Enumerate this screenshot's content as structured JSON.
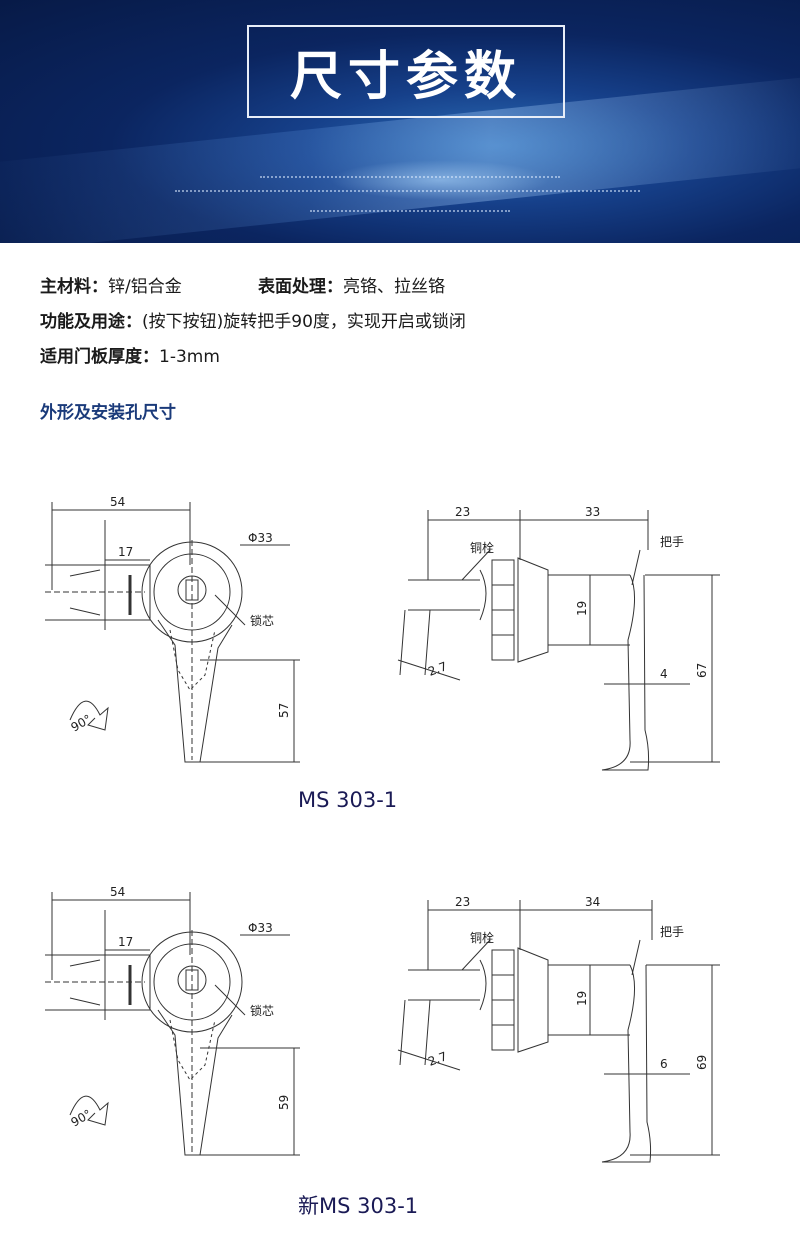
{
  "banner": {
    "title": "尺寸参数"
  },
  "specs": {
    "material_label": "主材料：",
    "material_value": "锌/铝合金",
    "finish_label": "表面处理：",
    "finish_value": "亮铬、拉丝铬",
    "function_label": "功能及用途：",
    "function_value": "(按下按钮)旋转把手90度，实现开启或锁闭",
    "thickness_label": "适用门板厚度：",
    "thickness_value": "1-3mm"
  },
  "section_title": "外形及安装孔尺寸",
  "drawings": [
    {
      "model": "MS 303-1",
      "front": {
        "width": "54",
        "slot": "17",
        "diameter": "Φ33",
        "height": "57",
        "core_label": "锁芯",
        "rotation": "90°"
      },
      "side": {
        "depth_a": "23",
        "depth_b": "33",
        "dia": "19",
        "plate": "2.7",
        "handle_w": "4",
        "height": "67",
        "bolt_label": "铜栓",
        "handle_label": "把手"
      }
    },
    {
      "model": "新MS 303-1",
      "front": {
        "width": "54",
        "slot": "17",
        "diameter": "Φ33",
        "height": "59",
        "core_label": "锁芯",
        "rotation": "90°"
      },
      "side": {
        "depth_a": "23",
        "depth_b": "34",
        "dia": "19",
        "plate": "2.7",
        "handle_w": "6",
        "height": "69",
        "bolt_label": "铜栓",
        "handle_label": "把手"
      }
    }
  ]
}
